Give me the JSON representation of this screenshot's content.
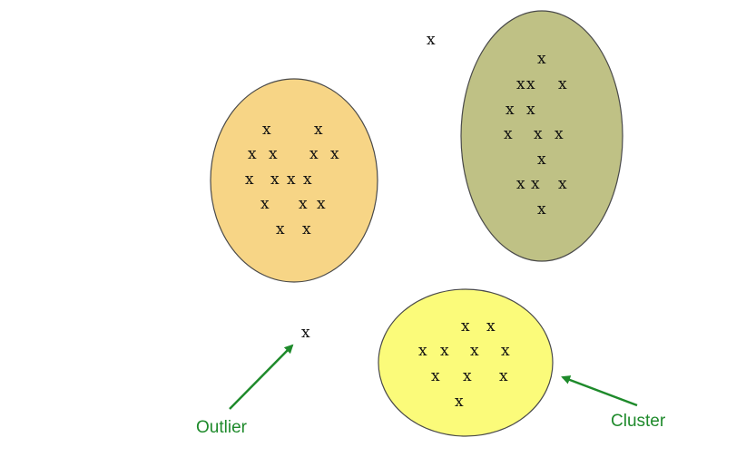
{
  "marker": "x",
  "clusters": [
    {
      "name": "cluster-orange",
      "fill": "#f7d586",
      "rows": [
        "x x",
        "x x x x",
        "x x x x",
        "x x x",
        "x x"
      ]
    },
    {
      "name": "cluster-olive",
      "fill": "#bfc185",
      "rows": [
        "x",
        "xx x",
        "x x",
        "x x x",
        "x",
        "xx x",
        "x"
      ]
    },
    {
      "name": "cluster-yellow",
      "fill": "#fbfb7a",
      "rows": [
        "x x",
        "x x x x",
        "x x x",
        "x"
      ]
    }
  ],
  "outliers": [
    "x",
    "x"
  ],
  "labels": {
    "outlier": "Outlier",
    "cluster": "Cluster"
  },
  "colors": {
    "label_text": "#1e8a2b",
    "arrow": "#1e8a2b",
    "stroke": "#4a4a4a"
  }
}
